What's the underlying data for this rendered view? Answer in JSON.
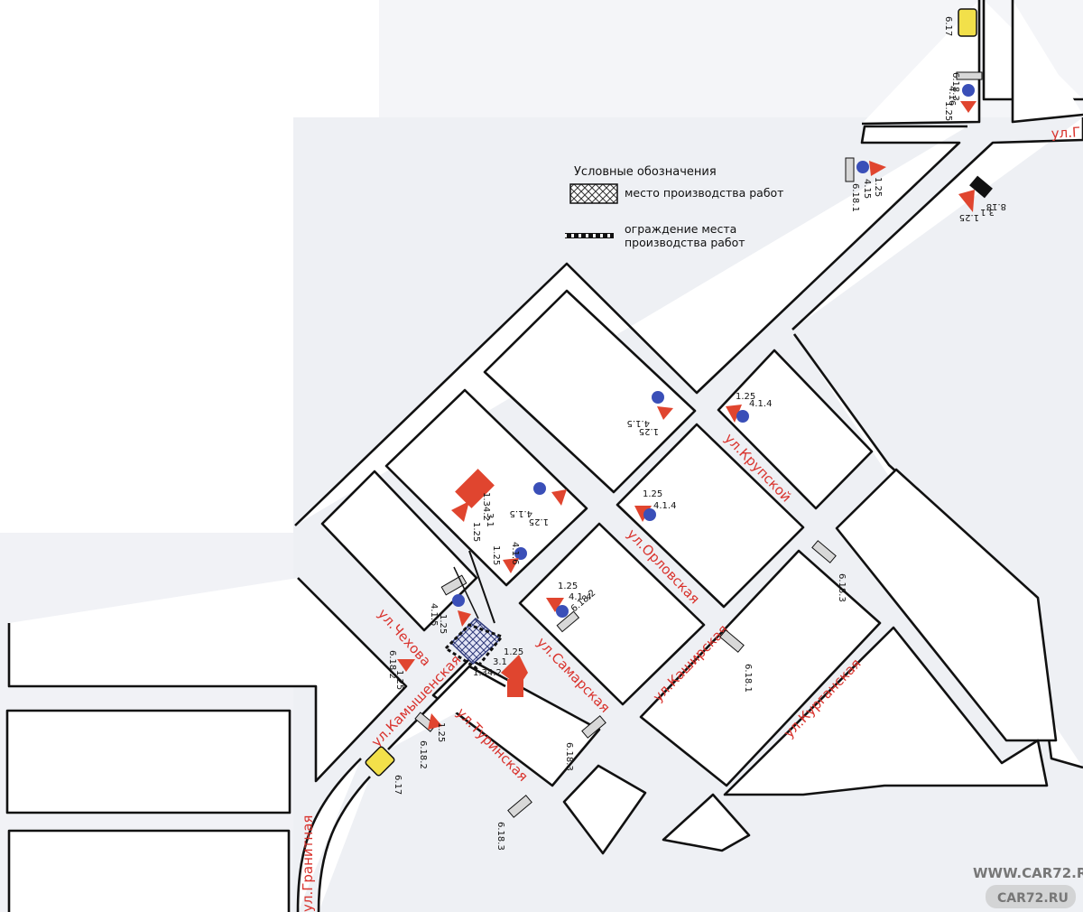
{
  "legend": {
    "title": "Условные обозначения",
    "work_site": "место производства работ",
    "fence_line1": "ограждение места",
    "fence_line2": "производства работ"
  },
  "streets": {
    "chekhova": "ул.Чехова",
    "kamyshenskaya": "ул.Камышенская",
    "turinskaya": "ул.Туринская",
    "samarskaya": "ул.Самарская",
    "orlovskaya": "ул.Орловская",
    "kashirskaya": "ул.Каширская",
    "krupskoy": "ул.Крупской",
    "kurganskaya": "ул.Курганская",
    "granitnaya": "ул.Гранитная",
    "top_right_partial": "ул.Г"
  },
  "sign_codes": {
    "s617": "6.17",
    "s6183": "6.18.3",
    "s416": "4.16",
    "s125": "1.25",
    "s415": "4.15",
    "s6181": "6.18.1",
    "s818": "8.18",
    "s31": "3.1",
    "s414": "4.1.4",
    "s6182": "6.18.2",
    "s4115": "4.1.5",
    "s1342": "1.34.2",
    "s125b": "1.25",
    "s125c": "1.25",
    "s125d": "1.25",
    "s125e": "1.25",
    "s125f": "1.25",
    "s125g": "1.25",
    "s125h": "1.25",
    "s125i": "1.25",
    "s125j": "1.25",
    "s414b": "4.1.4",
    "s414c": "4.1.4",
    "s4115b": "4.1.5",
    "s4115c": "4.1.5",
    "s416b": "4.16",
    "s416c": "4.1.6",
    "s31b": "3.1",
    "s31c": "3.1",
    "s1342b": "1.34.2",
    "s1342c": "1.34.2",
    "s6181b": "6.18.1",
    "s6182b": "6.18.2",
    "s6182c": "6.18.2",
    "s6183b": "6.18.3",
    "s6183c": "6.18.3",
    "s6183d": "6.18.3",
    "s617b": "6.17"
  },
  "watermark": {
    "url": "WWW.CAR72.RU",
    "logo": "CAR72.RU"
  },
  "colors": {
    "street_label": "#d9322c",
    "sign_red": "#e0452f",
    "sign_blue": "#3a4fb8",
    "sign_yellow": "#f2e04a",
    "paper_gray": "#eef0f4"
  }
}
